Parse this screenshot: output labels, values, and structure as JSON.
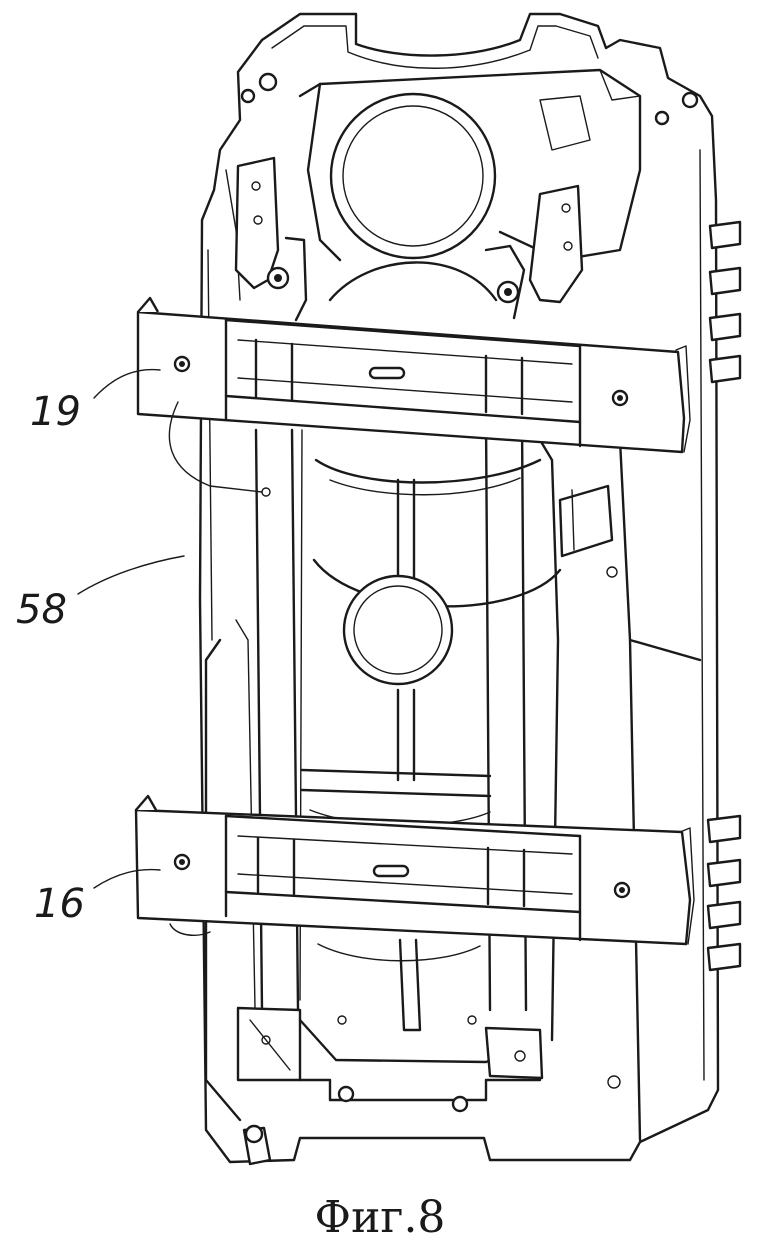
{
  "figure": {
    "caption": "Фиг.8",
    "reference_labels": {
      "upper_bracket": "19",
      "harness_frame": "58",
      "lower_bracket": "16"
    }
  }
}
